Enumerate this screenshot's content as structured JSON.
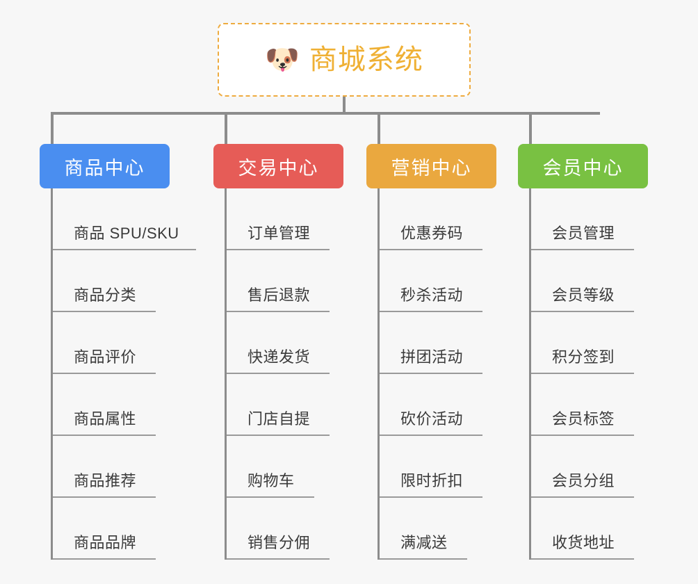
{
  "page": {
    "background_color": "#f7f7f7",
    "type": "organization-chart"
  },
  "root": {
    "icon": "shiba-dog-face-emoji",
    "emoji": "🐶",
    "title": "商城系统",
    "border_color": "#eeab3f",
    "text_color": "#efb034",
    "background_color": "#ffffff"
  },
  "connectors": {
    "color": "#8c8c8c"
  },
  "chart_data": {
    "type": "tree",
    "root": "商城系统",
    "branches": 4,
    "leaves_per_branch": 6
  },
  "categories": [
    {
      "label": "商品中心",
      "color": "#4a8ef0",
      "items": [
        {
          "label": "商品 SPU/SKU",
          "rule_width": 206
        },
        {
          "label": "商品分类",
          "rule_width": 148
        },
        {
          "label": "商品评价",
          "rule_width": 148
        },
        {
          "label": "商品属性",
          "rule_width": 148
        },
        {
          "label": "商品推荐",
          "rule_width": 148
        },
        {
          "label": "商品品牌",
          "rule_width": 148
        }
      ]
    },
    {
      "label": "交易中心",
      "color": "#e65c57",
      "items": [
        {
          "label": "订单管理",
          "rule_width": 148
        },
        {
          "label": "售后退款",
          "rule_width": 148
        },
        {
          "label": "快递发货",
          "rule_width": 148
        },
        {
          "label": "门店自提",
          "rule_width": 148
        },
        {
          "label": "购物车",
          "rule_width": 126
        },
        {
          "label": "销售分佣",
          "rule_width": 148
        }
      ]
    },
    {
      "label": "营销中心",
      "color": "#eaa83f",
      "items": [
        {
          "label": "优惠券码",
          "rule_width": 148
        },
        {
          "label": "秒杀活动",
          "rule_width": 148
        },
        {
          "label": "拼团活动",
          "rule_width": 148
        },
        {
          "label": "砍价活动",
          "rule_width": 148
        },
        {
          "label": "限时折扣",
          "rule_width": 148
        },
        {
          "label": "满减送",
          "rule_width": 126
        }
      ]
    },
    {
      "label": "会员中心",
      "color": "#79c142",
      "items": [
        {
          "label": "会员管理",
          "rule_width": 148
        },
        {
          "label": "会员等级",
          "rule_width": 148
        },
        {
          "label": "积分签到",
          "rule_width": 148
        },
        {
          "label": "会员标签",
          "rule_width": 148
        },
        {
          "label": "会员分组",
          "rule_width": 148
        },
        {
          "label": "收货地址",
          "rule_width": 148
        }
      ]
    }
  ]
}
